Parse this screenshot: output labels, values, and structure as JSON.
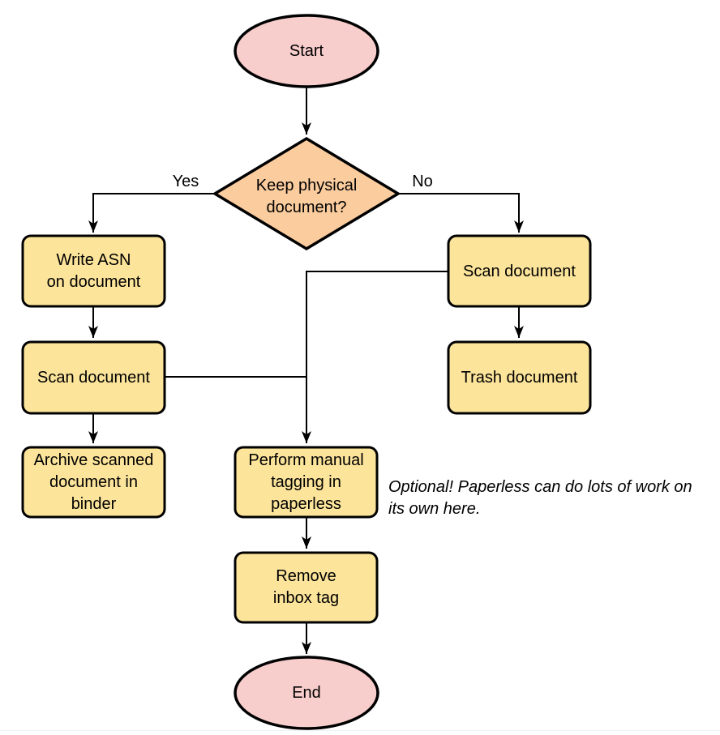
{
  "canvas": {
    "background": "#ffffff"
  },
  "colors": {
    "terminal_fill": "#F8CECC",
    "decision_fill": "#FBCC9E",
    "process_fill": "#FCE49B",
    "stroke": "#000000",
    "divider": "#F0F0F0"
  },
  "nodes": {
    "start": {
      "label": "Start",
      "type": "terminal"
    },
    "decision": {
      "label": "Keep physical\ndocument?",
      "type": "decision"
    },
    "write_asn": {
      "label": "Write ASN\non document",
      "type": "process"
    },
    "scan_left": {
      "label": "Scan document",
      "type": "process"
    },
    "archive": {
      "label": "Archive scanned\ndocument in\nbinder",
      "type": "process"
    },
    "scan_right": {
      "label": "Scan document",
      "type": "process"
    },
    "trash": {
      "label": "Trash document",
      "type": "process"
    },
    "tagging": {
      "label": "Perform manual\ntagging in\npaperless",
      "type": "process"
    },
    "remove_inbox": {
      "label": "Remove\ninbox tag",
      "type": "process"
    },
    "end": {
      "label": "End",
      "type": "terminal"
    }
  },
  "edge_labels": {
    "yes": "Yes",
    "no": "No"
  },
  "annotation": {
    "text": "Optional! Paperless can do lots of work on\nits own here."
  }
}
